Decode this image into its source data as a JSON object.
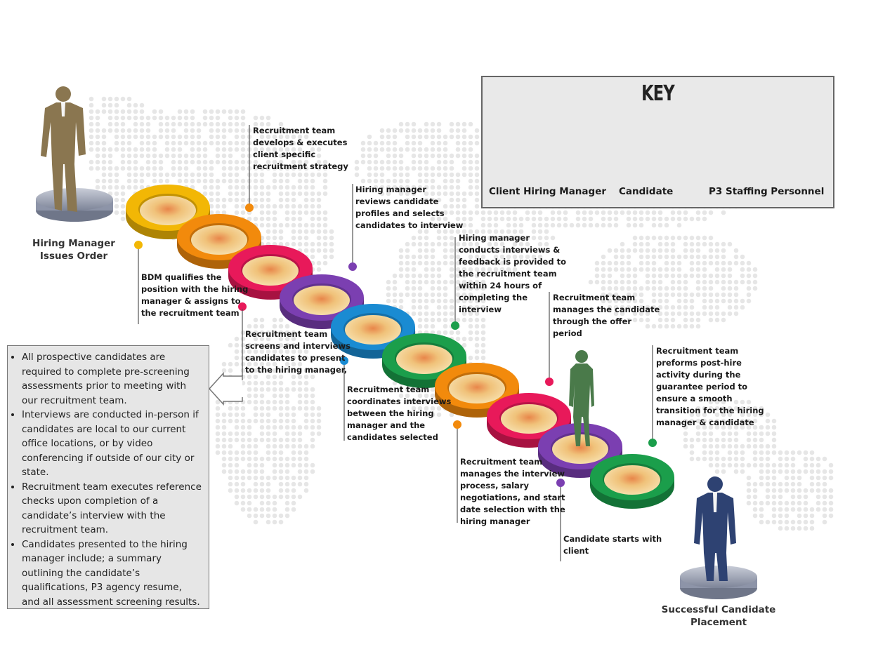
{
  "key": {
    "title": "KEY",
    "client_label": "Client Hiring Manager",
    "candidate_label": "Candidate",
    "staff_label": "P3 Staffing Personnel"
  },
  "start_label": "Hiring Manager\nIssues Order",
  "end_label": "Successful Candidate\nPlacement",
  "steps": [
    {
      "text": "BDM qualifies the\nposition with the hiring\nmanager & assigns to\nthe recruitment team",
      "color": "#f2b705"
    },
    {
      "text": "Recruitment team\ndevelops & executes\nclient specific\nrecruitment strategy",
      "color": "#f28a0c"
    },
    {
      "text": "Recruitment team\nscreens and interviews\ncandidates to present\nto the hiring manager,",
      "color": "#e8195a"
    },
    {
      "text": "Hiring manager\nreviews candidate\nprofiles and selects\ncandidates to interview",
      "color": "#7b3fb1"
    },
    {
      "text": "Recruitment team\ncoordinates interviews\nbetween the hiring\nmanager and the\ncandidates selected",
      "color": "#1a8bd2"
    },
    {
      "text": "Hiring manager\nconducts interviews &\nfeedback is provided to\nthe recruitment team\nwithin 24 hours of\ncompleting the\ninterview",
      "color": "#1b9e4b"
    },
    {
      "text": "Recruitment team\nmanages the interview\nprocess, salary\nnegotiations, and start\ndate selection with the\nhiring manager",
      "color": "#f28a0c"
    },
    {
      "text": "Recruitment team\nmanages the candidate\nthrough the offer\nperiod",
      "color": "#e8195a"
    },
    {
      "text": "Candidate starts with\nclient",
      "color": "#7b3fb1"
    },
    {
      "text": "Recruitment team\npreforms post-hire\nactivity during the\nguarantee period to\nensure a smooth\ntransition for the hiring\nmanager & candidate",
      "color": "#1b9e4b"
    }
  ],
  "rings": [
    "#f2b705",
    "#f28a0c",
    "#e8195a",
    "#7b3fb1",
    "#1a8bd2",
    "#1b9e4b",
    "#f28a0c",
    "#e8195a",
    "#7b3fb1",
    "#1b9e4b"
  ],
  "notes": [
    "All prospective candidates are required to complete pre-screening assessments prior to meeting with our recruitment team.",
    "Interviews are conducted in-person if candidates are local to our current office locations, or by video conferencing if outside of our city or state.",
    "Recruitment team executes reference checks upon completion of a candidate’s interview with the recruitment team.",
    "Candidates presented to the hiring manager include; a summary outlining the candidate’s qualifications, P3 agency resume, and all assessment screening results."
  ],
  "colors": {
    "client": "#8a7650",
    "candidate": "#4a7a4a",
    "staff": "#2e4272"
  }
}
